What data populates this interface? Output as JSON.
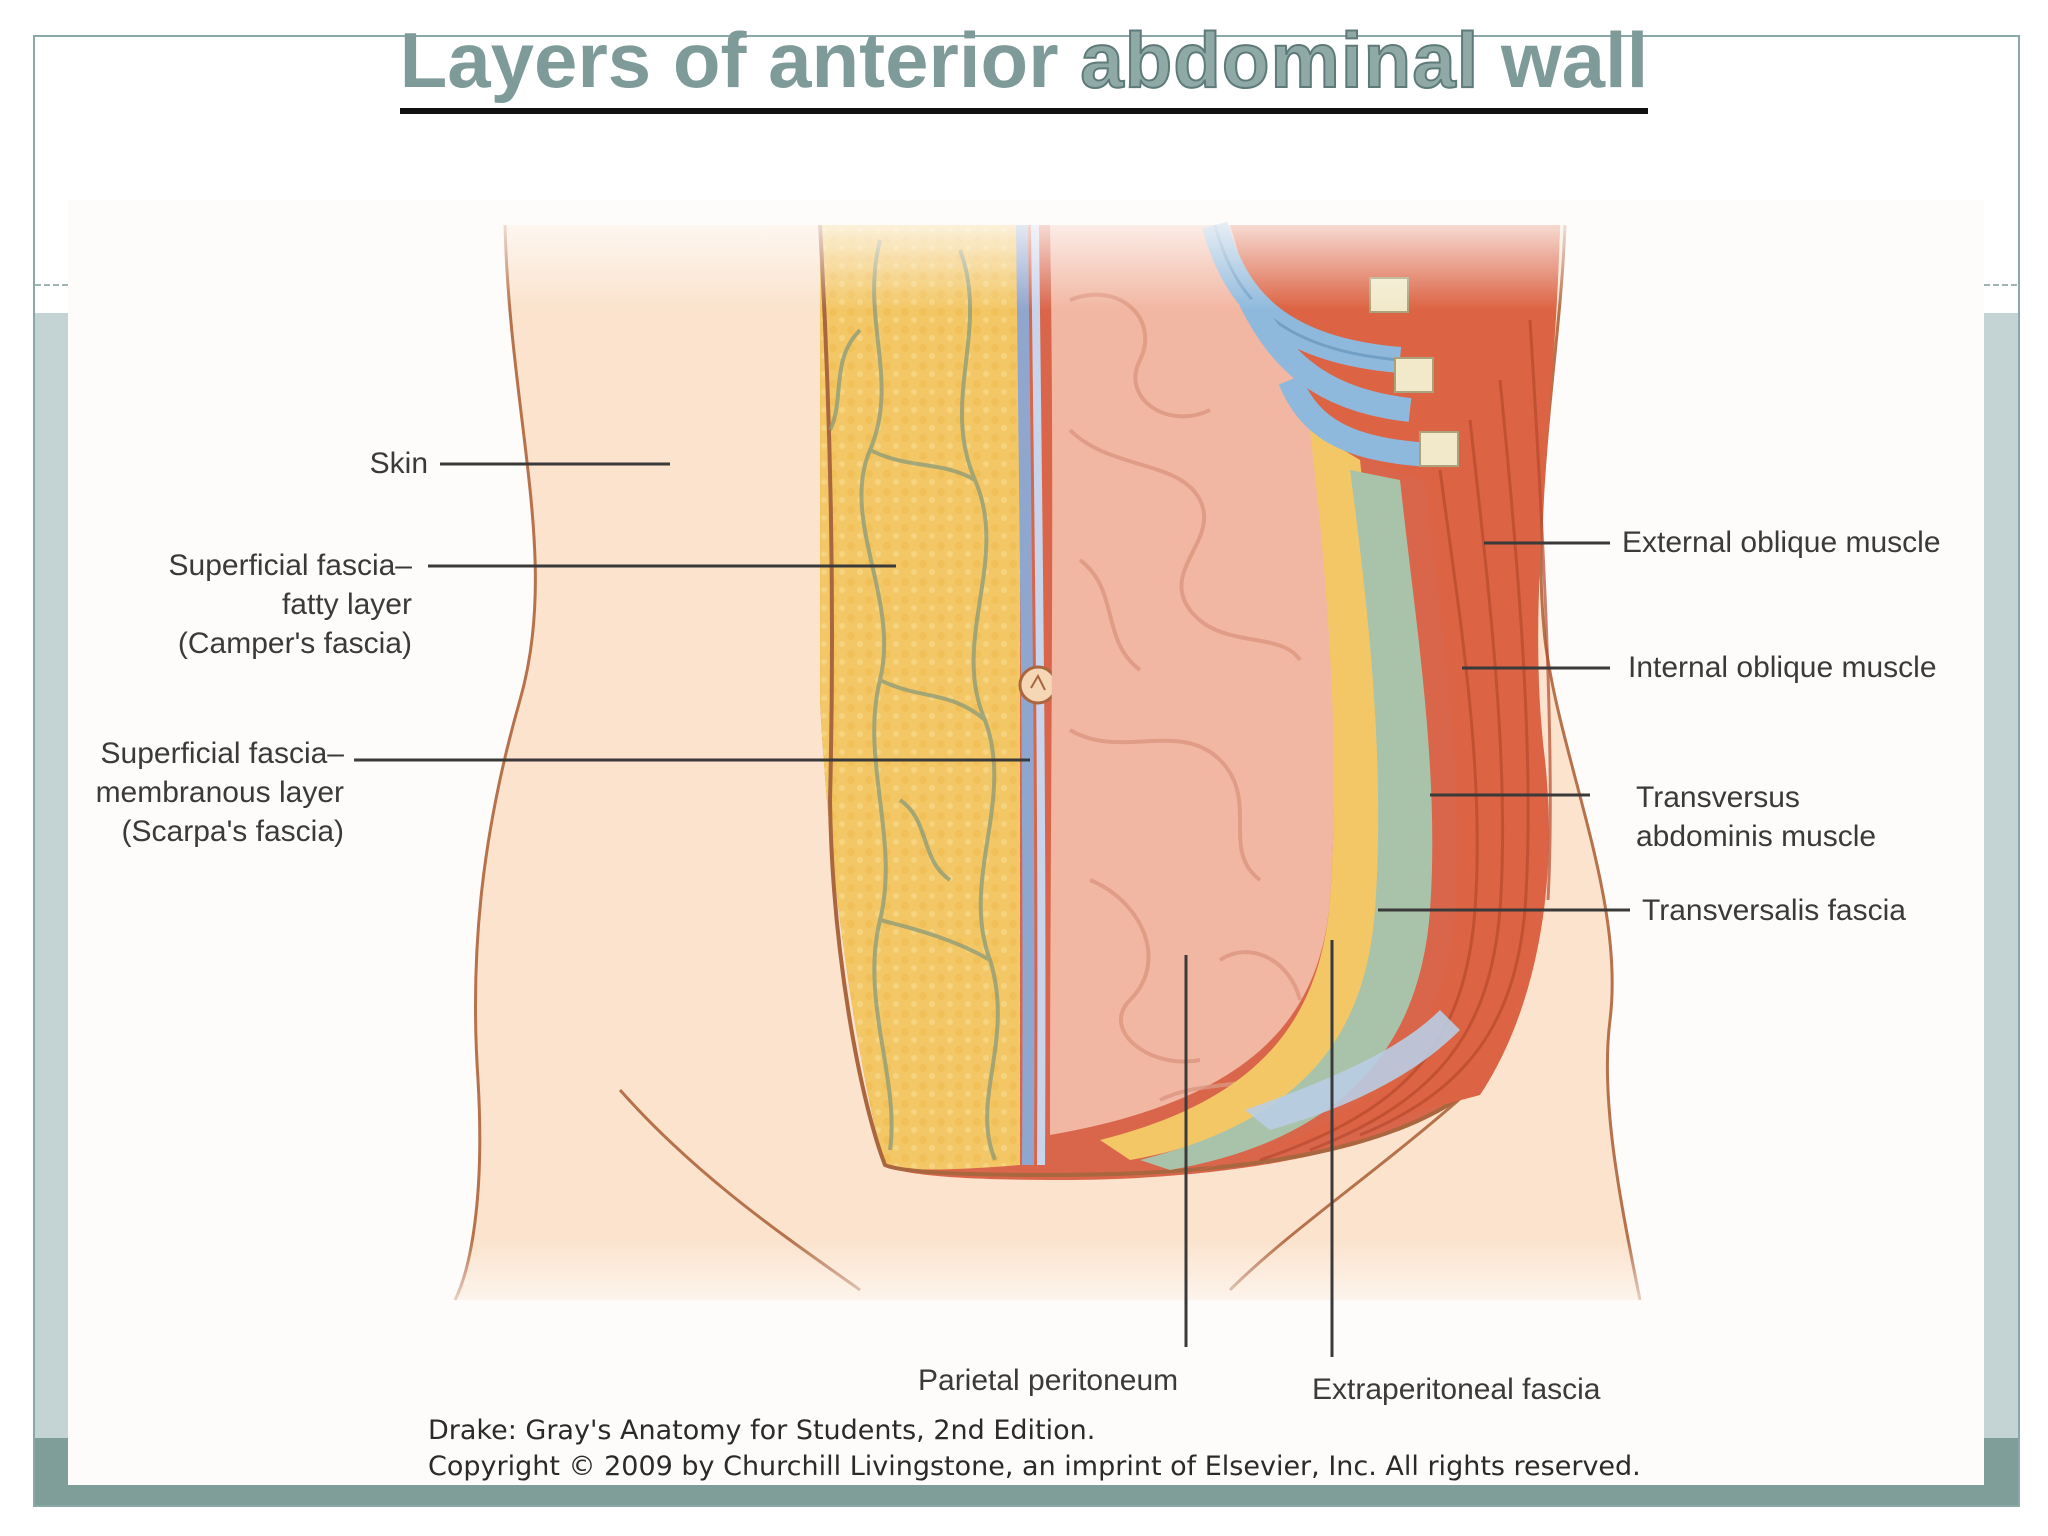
{
  "slide": {
    "title_part1": "Layers of anterior ",
    "title_part2": "abdominal",
    "title_part3": " wall"
  },
  "labels": {
    "skin": "Skin",
    "campers": "Superficial fascia–\nfatty layer\n(Camper's fascia)",
    "scarpas": "Superficial fascia–\nmembranous layer\n(Scarpa's fascia)",
    "external_oblique": "External oblique muscle",
    "internal_oblique": "Internal oblique muscle",
    "transversus": "Transversus\nabdominis muscle",
    "transversalis": "Transversalis fascia",
    "parietal_peritoneum": "Parietal peritoneum",
    "extraperitoneal": "Extraperitoneal fascia"
  },
  "caption": {
    "line1": "Drake: Gray's Anatomy for Students, 2nd Edition.",
    "line2": "Copyright © 2009 by Churchill Livingstone, an imprint of Elsevier, Inc. All rights reserved."
  },
  "colors": {
    "skin": "#fbe3cd",
    "fat": "#f3c766",
    "muscle": "#dc6343",
    "fascia_green": "#a9c3ab",
    "rib_blue": "#8fb9dc",
    "intestine": "#f2b7a2"
  }
}
